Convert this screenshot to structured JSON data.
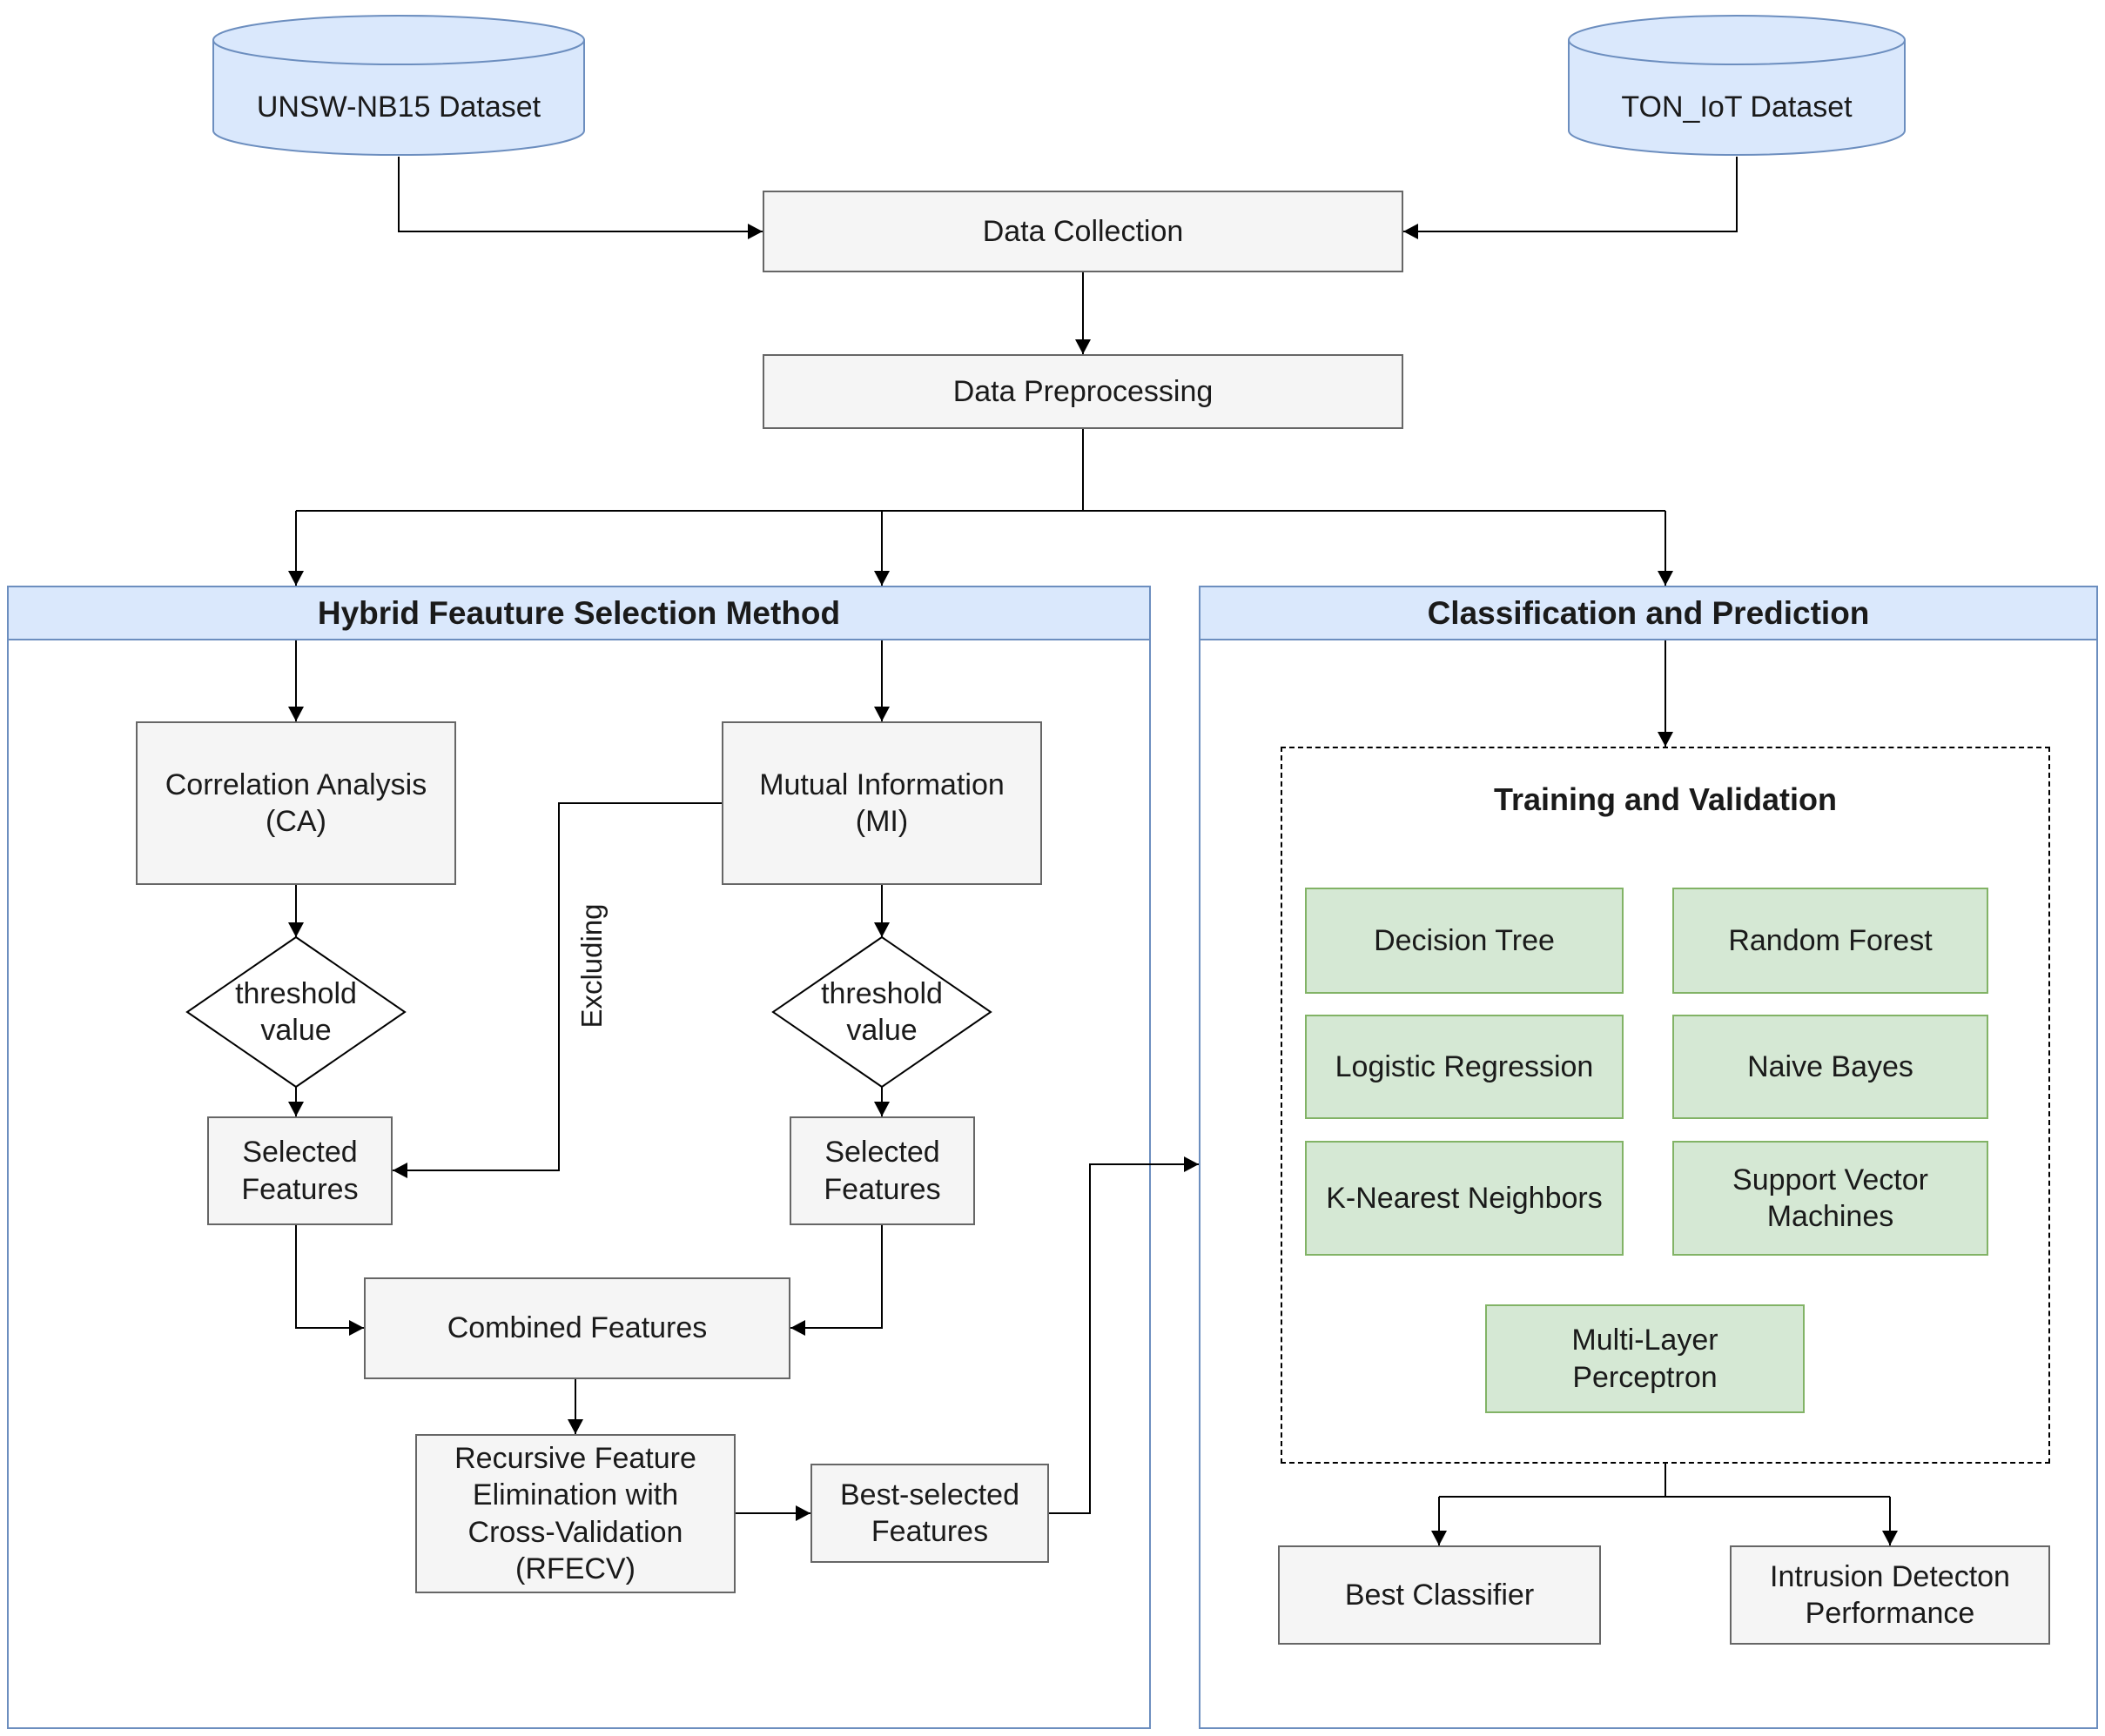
{
  "colors": {
    "blue_fill": "#dae8fc",
    "blue_stroke": "#6c8ebf",
    "gray_fill": "#f5f5f5",
    "gray_stroke": "#666666",
    "green_fill": "#d5e8d4",
    "green_stroke": "#82b366",
    "line": "#000000"
  },
  "datasets": {
    "unsw": "UNSW-NB15 Dataset",
    "ton": "TON_IoT Dataset"
  },
  "flow": {
    "collection": "Data Collection",
    "preprocessing": "Data Preprocessing"
  },
  "feature_panel": {
    "title": "Hybrid Feauture Selection Method",
    "ca": "Correlation Analysis\n(CA)",
    "mi": "Mutual Information\n(MI)",
    "threshold_ca": "threshold\nvalue",
    "threshold_mi": "threshold\nvalue",
    "selected_ca": "Selected\nFeatures",
    "selected_mi": "Selected\nFeatures",
    "excluding": "Excluding",
    "combined": "Combined Features",
    "rfecv": "Recursive Feature\nElimination with\nCross-Validation\n(RFECV)",
    "best_selected": "Best-selected\nFeatures"
  },
  "classification_panel": {
    "title": "Classification and Prediction",
    "training_title": "Training and Validation",
    "classifiers": [
      "Decision Tree",
      "Random Forest",
      "Logistic Regression",
      "Naive Bayes",
      "K-Nearest Neighbors",
      "Support Vector\nMachines",
      "Multi-Layer\nPerceptron"
    ],
    "best_classifier": "Best Classifier",
    "intrusion_performance": "Intrusion Detecton\nPerformance"
  }
}
